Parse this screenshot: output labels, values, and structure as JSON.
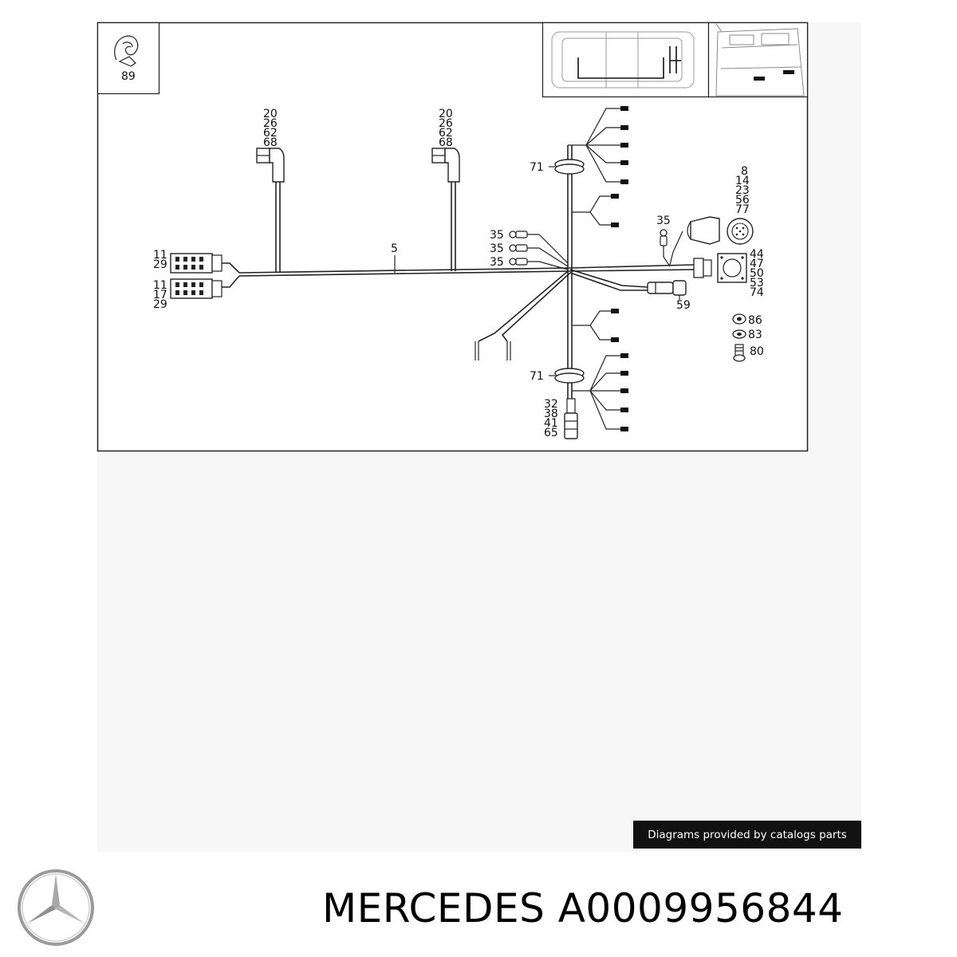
{
  "thumbnail": {
    "ref": "89"
  },
  "callouts": {
    "plug_left": [
      "20",
      "26",
      "62",
      "68"
    ],
    "plug_mid": [
      "20",
      "26",
      "62",
      "68"
    ],
    "main_harness": "5",
    "grommet_top": "71",
    "grommet_bottom": "71",
    "ring_terminals": [
      "35",
      "35",
      "35"
    ],
    "ground_terminal": "35",
    "socket_parts": [
      "8",
      "14",
      "23",
      "56",
      "77"
    ],
    "flange_parts": [
      "44",
      "47",
      "50",
      "53",
      "74"
    ],
    "round_connector": "59",
    "nut_a": "86",
    "washer": "83",
    "screw": "80",
    "connector_block_top": [
      "11",
      "29"
    ],
    "connector_block_bottom": [
      "11",
      "17",
      "29"
    ],
    "plug_bottom": [
      "32",
      "38",
      "41",
      "65"
    ]
  },
  "credit_text": "Diagrams provided by catalogs parts",
  "footer": {
    "title": "MERCEDES A0009956844"
  },
  "icons": {
    "brand": "mercedes-star-icon",
    "clip": "clip-icon"
  }
}
